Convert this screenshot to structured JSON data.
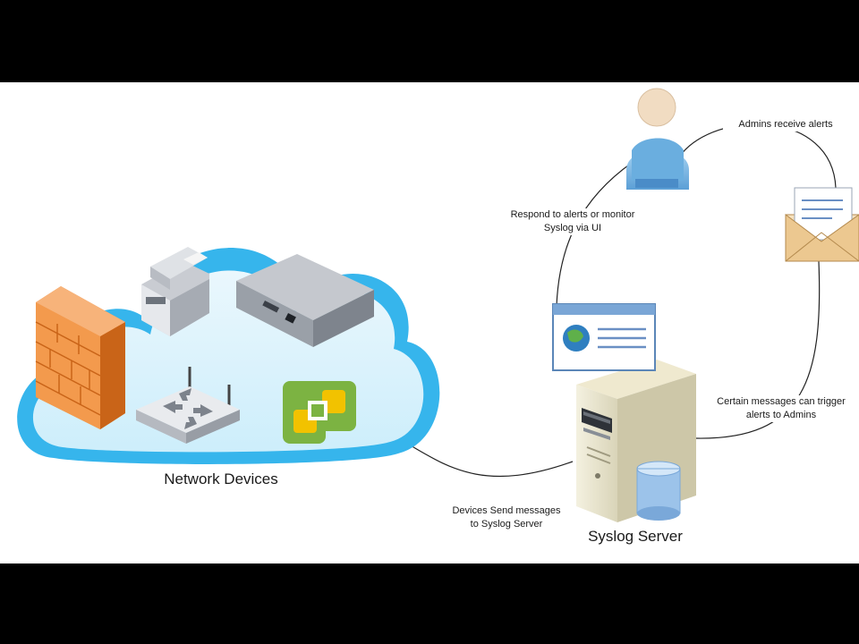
{
  "colors": {
    "cloud": "#36b5ec",
    "cloud_inner": "#bfe7fa",
    "firewall": "#f08a36",
    "connector": "#222222",
    "vmware_green": "#7cb342",
    "vmware_yellow": "#f2c200"
  },
  "nodes": {
    "network_devices": {
      "label": "Network Devices"
    },
    "syslog_server": {
      "label": "Syslog Server"
    }
  },
  "edges": {
    "devices_to_server": {
      "line1": "Devices Send messages",
      "line2": "to Syslog Server"
    },
    "admin_to_server": {
      "line1": "Respond to alerts or monitor",
      "line2": "Syslog via UI"
    },
    "admin_receive": {
      "line1": "Admins receive alerts"
    },
    "server_to_email": {
      "line1": "Certain messages can trigger",
      "line2": "alerts to Admins"
    }
  },
  "icons": [
    "firewall-icon",
    "printer-icon",
    "rack-server-icon",
    "router-icon",
    "vmware-icon",
    "admin-user-icon",
    "email-envelope-icon",
    "web-ui-window-icon",
    "tower-server-icon",
    "database-icon"
  ]
}
